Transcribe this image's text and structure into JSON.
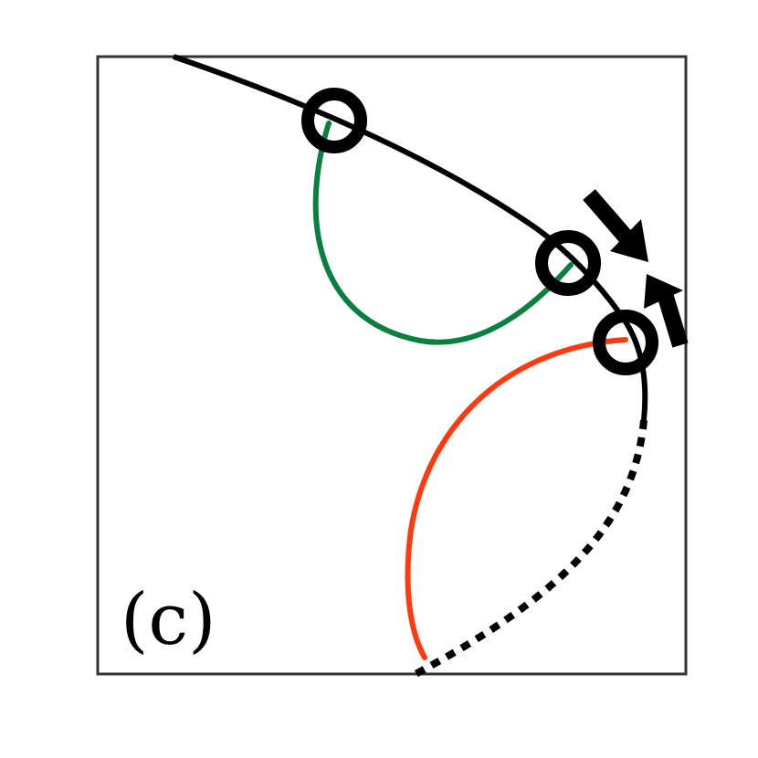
{
  "panel": {
    "label": "(c)"
  },
  "colors": {
    "frame": "#333333",
    "main_curve": "#000000",
    "green_curve": "#0a8040",
    "red_curve": "#ff3a10",
    "markers": "#000000",
    "arrows": "#000000",
    "background": "#ffffff"
  },
  "elements": {
    "markers": [
      "circle-marker-top",
      "circle-marker-middle",
      "circle-marker-bottom"
    ],
    "curves": [
      "main-curve",
      "green-arc",
      "red-arc",
      "dotted-continuation"
    ],
    "arrows": [
      "arrow-down-right",
      "arrow-up-left"
    ]
  }
}
